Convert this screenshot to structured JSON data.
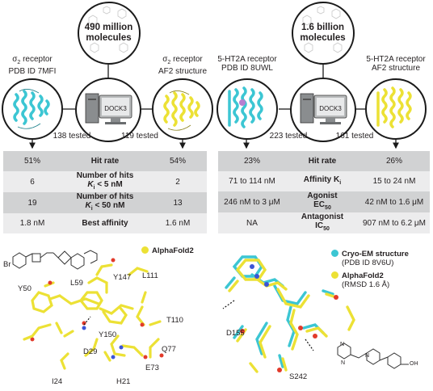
{
  "left": {
    "library_line1": "490 million",
    "library_line2": "molecules",
    "exp_line1_pre": "σ",
    "exp_line1_sub": "2",
    "exp_line1_post": " receptor",
    "exp_line2": "PDB ID 7MFI",
    "af_line1_pre": "σ",
    "af_line1_sub": "2",
    "af_line1_post": " receptor",
    "af_line2": "AF2 structure",
    "dock_label": "DOCK3",
    "tested_exp": "138 tested",
    "tested_af": "119 tested",
    "rows": [
      {
        "a": "51%",
        "label1": "Hit rate",
        "label2": "",
        "b": "54%"
      },
      {
        "a": "6",
        "label1": "Number of hits",
        "label2": "K",
        "label2_sub": "i",
        "label2_post": " < 5 nM",
        "b": "2"
      },
      {
        "a": "19",
        "label1": "Number of hits",
        "label2": "K",
        "label2_sub": "i",
        "label2_post": " < 50 nM",
        "b": "13"
      },
      {
        "a": "1.8 nM",
        "label1": "Best affinity",
        "label2": "",
        "b": "1.6 nM"
      }
    ],
    "legend_af": "AlphaFold2",
    "residues": [
      "Y50",
      "L59",
      "Y147",
      "L111",
      "T110",
      "Y150",
      "D29",
      "Q77",
      "E73",
      "I24",
      "H21"
    ],
    "ligand_atom": "Br"
  },
  "right": {
    "library_line1": "1.6 billion",
    "library_line2": "molecules",
    "exp_line1": "5-HT2A receptor",
    "exp_line2": "PDB ID 8UWL",
    "af_line1": "5-HT2A receptor",
    "af_line2": "AF2 structure",
    "dock_label": "DOCK3",
    "tested_exp": "223 tested",
    "tested_af": "161 tested",
    "rows": [
      {
        "a": "23%",
        "label1": "Hit rate",
        "b": "26%"
      },
      {
        "a": "71 to 114 nM",
        "label1": "Affinity K",
        "label1_sub": "i",
        "b": "15 to 24 nM"
      },
      {
        "a": "246 nM to 3 μM",
        "label1": "Agonist",
        "label2": "EC",
        "label2_sub": "50",
        "b": "42 nM to 1.6 μM"
      },
      {
        "a": "NA",
        "label1": "Antagonist",
        "label2": "IC",
        "label2_sub": "50",
        "b": "907 nM to 6.2 μM"
      }
    ],
    "legend_cryo": "Cryo-EM structure",
    "legend_cryo_sub": "(PDB ID 8V6U)",
    "legend_af": "AlphaFold2",
    "legend_af_sub": "(RMSD 1.6 Å)",
    "residues": [
      "D155",
      "S242"
    ],
    "ligand_atoms": [
      "N",
      "N",
      "N",
      "OH"
    ]
  },
  "colors": {
    "cyan": "#3cc6d3",
    "yellow": "#ece135",
    "row_dark": "#d1d2d3",
    "row_light": "#ececed"
  }
}
